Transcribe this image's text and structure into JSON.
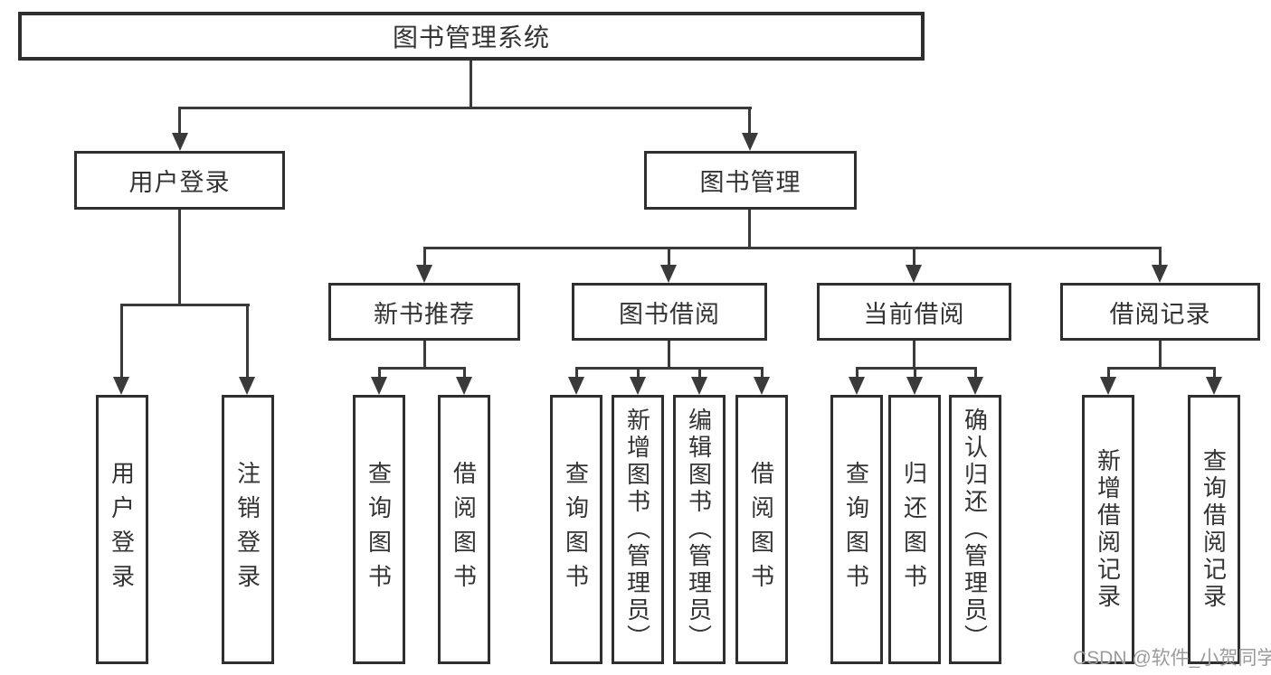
{
  "title": "图书管理系统",
  "branches": {
    "user": {
      "label": "用户登录",
      "leaves": [
        "用户登录",
        "注销登录"
      ]
    },
    "book": {
      "label": "图书管理",
      "groups": [
        {
          "label": "新书推荐",
          "leaves": [
            "查询图书",
            "借阅图书"
          ]
        },
        {
          "label": "图书借阅",
          "leaves": [
            "查询图书",
            "新增图书（管理员）",
            "编辑图书（管理员）",
            "借阅图书"
          ]
        },
        {
          "label": "当前借阅",
          "leaves": [
            "查询图书",
            "归还图书",
            "确认归还（管理员）"
          ]
        },
        {
          "label": "借阅记录",
          "leaves": [
            "新增借阅记录",
            "查询借阅记录"
          ]
        }
      ]
    }
  },
  "watermark": "CSDN @软件_小贺同学",
  "colors": {
    "line": "#3a3a3a",
    "border": "#2f2f2f",
    "text": "#333333",
    "watermark": "#9b9b9b",
    "background": "#ffffff"
  }
}
